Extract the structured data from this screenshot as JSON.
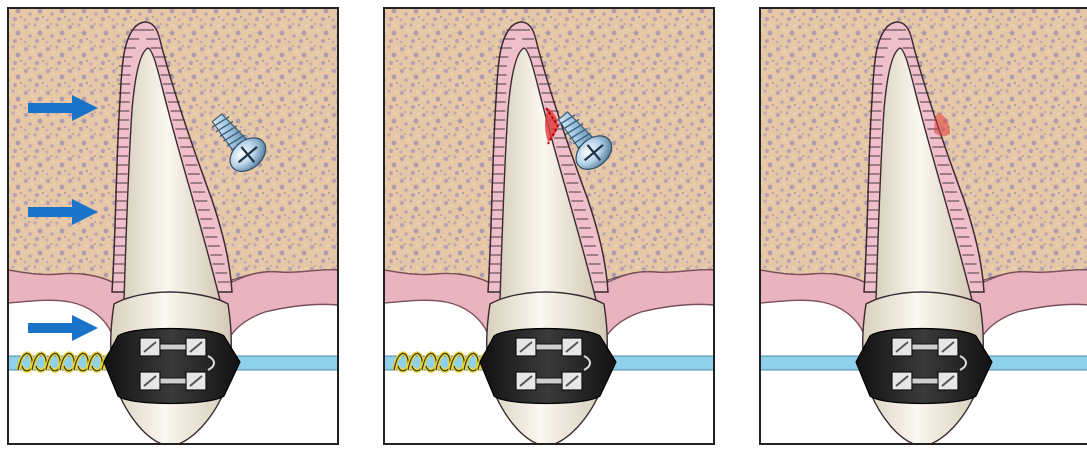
{
  "figure": {
    "panel_count": 3,
    "panels": [
      {
        "id": "panel-1",
        "has_mini_screw": true,
        "screw_contacts_root": false,
        "root_contact_mark": false,
        "healed_mark": false,
        "has_coil_spring": true,
        "force_arrows": 3
      },
      {
        "id": "panel-2",
        "has_mini_screw": true,
        "screw_contacts_root": true,
        "root_contact_mark": true,
        "healed_mark": false,
        "has_coil_spring": true,
        "force_arrows": 0
      },
      {
        "id": "panel-3",
        "has_mini_screw": false,
        "screw_contacts_root": false,
        "root_contact_mark": false,
        "healed_mark": true,
        "has_coil_spring": false,
        "force_arrows": 0
      }
    ]
  },
  "colors": {
    "bone": "#e8c6a6",
    "bone_texture": "#b5a0b2",
    "gingiva": "#e9b3bf",
    "pdl": "#f0bfcc",
    "tooth": "#f4efe3",
    "archwire": "#8fd0ea",
    "coil_spring": "#e6d43c",
    "bracket": "#2b2b2b",
    "force_arrow": "#1a73c8",
    "screw": "#a8cbe4",
    "root_damage": "#e03a3a",
    "panel_border": "#222222"
  },
  "icons": {
    "force_arrow": "force-arrow-icon",
    "mini_screw": "mini-screw-icon",
    "bracket": "bracket-icon"
  }
}
